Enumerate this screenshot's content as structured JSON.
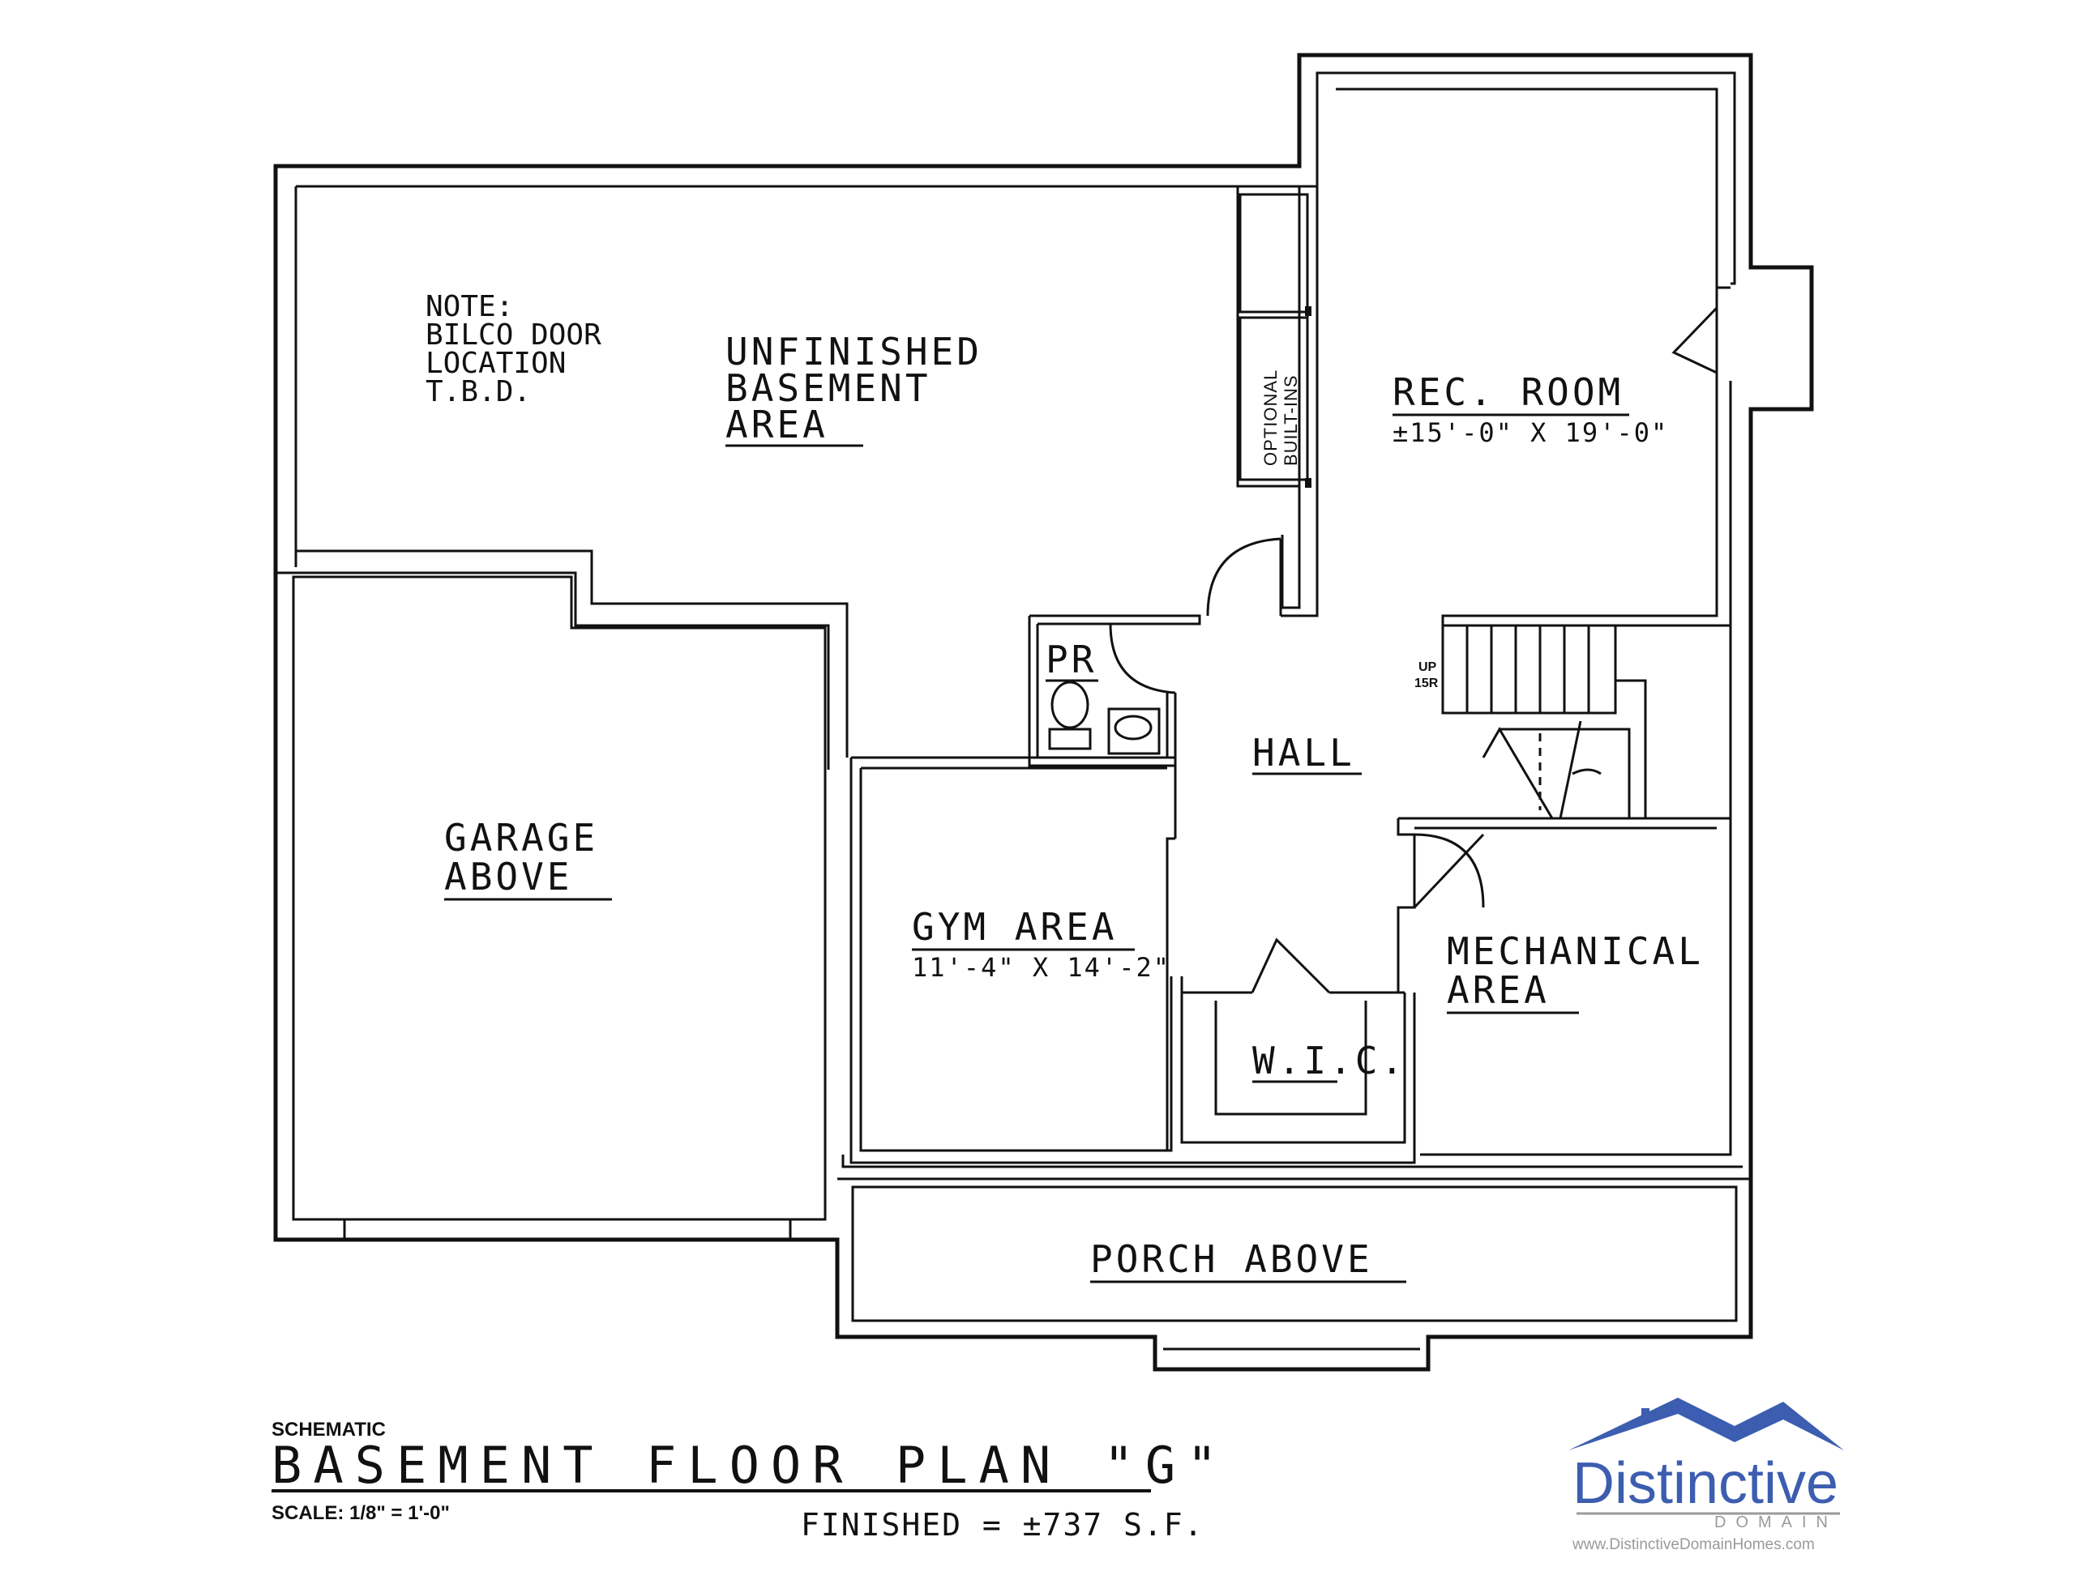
{
  "rooms": {
    "unfinished": [
      "UNFINISHED",
      "BASEMENT",
      "AREA"
    ],
    "note": [
      "NOTE:",
      "BILCO DOOR",
      "LOCATION",
      "T.B.D."
    ],
    "rec_room": {
      "name": "REC. ROOM",
      "size": "±15'-0\" X 19'-0\""
    },
    "builtins": [
      "OPTIONAL",
      "BUILT-INS"
    ],
    "pr": "PR",
    "hall": "HALL",
    "stairs": [
      "UP",
      "15R"
    ],
    "garage": [
      "GARAGE",
      "ABOVE"
    ],
    "gym": {
      "name": "GYM AREA",
      "size": "11'-4\" X 14'-2\""
    },
    "mechanical": [
      "MECHANICAL",
      "AREA"
    ],
    "wic": "W.I.C.",
    "porch": "PORCH ABOVE"
  },
  "title_block": {
    "schematic": "SCHEMATIC",
    "title": "BASEMENT FLOOR PLAN \"G\"",
    "scale": "SCALE: 1/8\" = 1'-0\"",
    "finished": "FINISHED = ±737 S.F."
  },
  "logo": {
    "name": "Distinctive",
    "sub": "DOMAIN",
    "url": "www.DistinctiveDomainHomes.com",
    "color": "#3c5db0"
  }
}
